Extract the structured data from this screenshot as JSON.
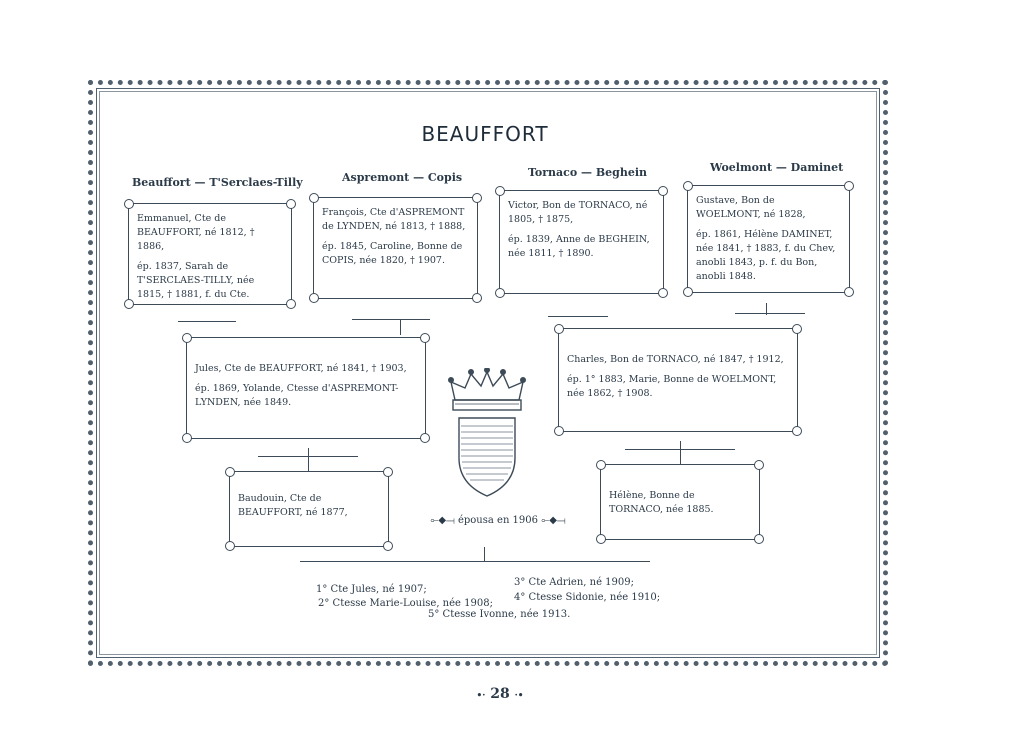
{
  "page": {
    "title": "BEAUFFORT",
    "page_number": "28"
  },
  "couples": [
    {
      "heading": "Beauffort — T'Serclaes-Tilly",
      "husband": "Emmanuel, Cte de BEAUFFORT, né 1812, † 1886,",
      "wife": "ép. 1837, Sarah de T'SERCLAES-TILLY, née 1815, † 1881, f. du Cte."
    },
    {
      "heading": "Aspremont — Copis",
      "husband": "François, Cte d'ASPREMONT de LYNDEN, né 1813, † 1888,",
      "wife": "ép. 1845, Caroline, Bonne de COPIS, née 1820, † 1907."
    },
    {
      "heading": "Tornaco — Beghein",
      "husband": "Victor, Bon de TORNACO, né 1805, † 1875,",
      "wife": "ép. 1839, Anne de BEGHEIN, née 1811, † 1890."
    },
    {
      "heading": "Woelmont — Daminet",
      "husband": "Gustave, Bon de WOELMONT, né 1828,",
      "wife": "ép. 1861, Hélène DAMINET, née 1841, † 1883, f. du Chev, anobli 1843, p. f. du Bon, anobli 1848."
    }
  ],
  "second_generation": [
    {
      "husband": "Jules, Cte de BEAUFFORT, né 1841, † 1903,",
      "wife": "ép. 1869, Yolande, Ctesse d'ASPREMONT-LYNDEN, née 1849."
    },
    {
      "husband": "Charles, Bon de TORNACO, né 1847, † 1912,",
      "wife": "ép. 1° 1883, Marie, Bonne de WOELMONT, née 1862, † 1908."
    }
  ],
  "third_generation": {
    "left": "Baudouin, Cte de BEAUFFORT, né 1877,",
    "right": "Hélène, Bonne de TORNACO, née 1885.",
    "married": "épousa en 1906"
  },
  "children": {
    "c1": "1° Cte Jules, né 1907;",
    "c2": "2° Ctesse Marie-Louise, née 1908;",
    "c3": "3° Cte Adrien, né 1909;",
    "c4": "4° Ctesse Sidonie, née 1910;",
    "c5": "5° Ctesse Ivonne, née 1913."
  },
  "colors": {
    "ink": "#2b3a48",
    "border": "#3d4b58",
    "paper": "#ffffff"
  },
  "icons": {
    "crest": "coat-of-arms-with-crown-icon",
    "married_ornament": "ornament-icon"
  }
}
